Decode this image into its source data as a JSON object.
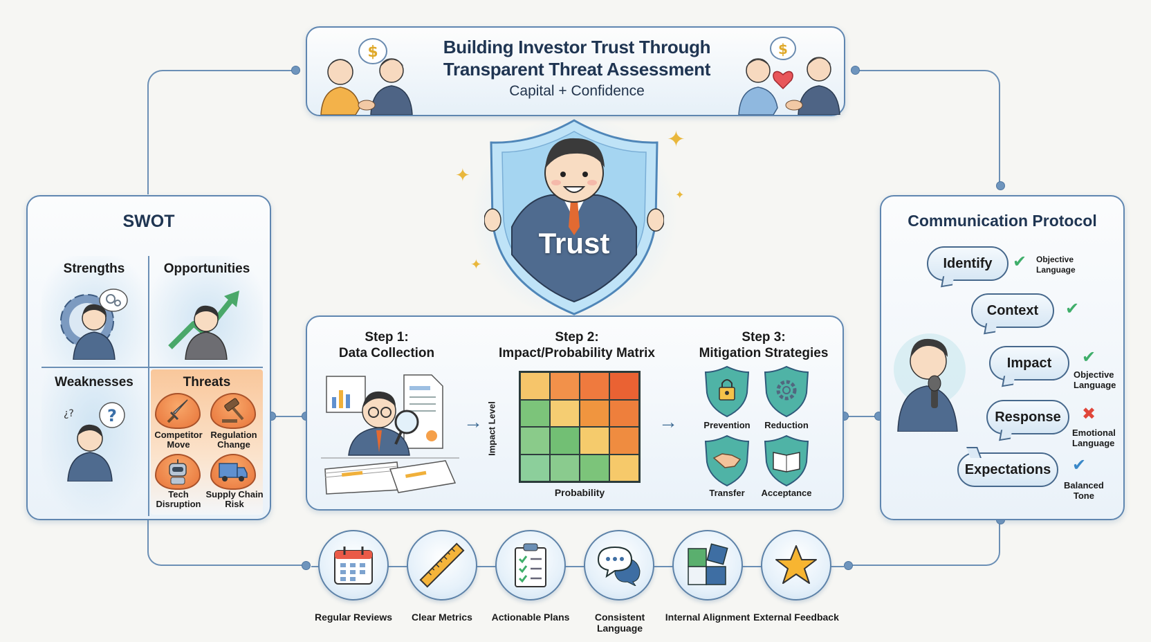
{
  "header": {
    "title_line1": "Building Investor Trust Through",
    "title_line2": "Transparent Threat Assessment",
    "subtitle": "Capital + Confidence",
    "icons": [
      "dollar-speech-icon",
      "handshake-icon",
      "heart-icon"
    ]
  },
  "center": {
    "badge_text": "Trust",
    "icon": "shield-icon"
  },
  "swot": {
    "title": "SWOT",
    "quadrants": [
      {
        "label": "Strengths",
        "icon": "gear-person-icon"
      },
      {
        "label": "Opportunities",
        "icon": "growth-arrow-icon"
      },
      {
        "label": "Weaknesses",
        "icon": "question-person-icon"
      },
      {
        "label": "Threats",
        "icon": "threat-icon"
      }
    ],
    "threats": [
      {
        "label_line1": "Competitor",
        "label_line2": "Move",
        "icon": "sword-icon"
      },
      {
        "label_line1": "Regulation",
        "label_line2": "Change",
        "icon": "gavel-icon"
      },
      {
        "label_line1": "Tech",
        "label_line2": "Disruption",
        "icon": "robot-icon"
      },
      {
        "label_line1": "Supply Chain",
        "label_line2": "Risk",
        "icon": "truck-icon"
      }
    ]
  },
  "process": {
    "steps": [
      {
        "line1": "Step 1:",
        "line2": "Data Collection"
      },
      {
        "line1": "Step 2:",
        "line2": "Impact/Probability Matrix"
      },
      {
        "line1": "Step 3:",
        "line2": "Mitigation Strategies"
      }
    ],
    "matrix": {
      "y_label": "Impact Level",
      "x_label": "Probability",
      "rows": [
        [
          "#f6c56a",
          "#f2914a",
          "#ef7a3e",
          "#ea6233"
        ],
        [
          "#7cc47a",
          "#f5cd72",
          "#f0953f",
          "#ee7f3c"
        ],
        [
          "#8acb8a",
          "#72bf74",
          "#f5cb6c",
          "#ef8c40"
        ],
        [
          "#8ccf9b",
          "#8acb8e",
          "#7cc47a",
          "#f6c96a"
        ]
      ]
    },
    "strategies": [
      {
        "label": "Prevention",
        "icon": "lock-shield-icon"
      },
      {
        "label": "Reduction",
        "icon": "gear-shield-icon"
      },
      {
        "label": "Transfer",
        "icon": "handshake-shield-icon"
      },
      {
        "label": "Acceptance",
        "icon": "book-shield-icon"
      }
    ]
  },
  "communication": {
    "title": "Communication Protocol",
    "items": [
      {
        "label": "Identify",
        "mark": "check",
        "note_line1": "Objective",
        "note_line2": "Language"
      },
      {
        "label": "Context",
        "mark": "check",
        "note_line1": "",
        "note_line2": ""
      },
      {
        "label": "Impact",
        "mark": "check",
        "note_line1": "Objective",
        "note_line2": "Language"
      },
      {
        "label": "Response",
        "mark": "cross",
        "note_line1": "Emotional",
        "note_line2": "Language"
      },
      {
        "label": "Expectations",
        "mark": "check",
        "note_line1": "Balanced",
        "note_line2": "Tone"
      }
    ],
    "marks": {
      "check": "✔",
      "cross": "✖"
    },
    "colors": {
      "check": "#3fae6a",
      "cross": "#e0463a"
    }
  },
  "principles": [
    {
      "label": "Regular Reviews",
      "icon": "calendar-icon"
    },
    {
      "label": "Clear Metrics",
      "icon": "ruler-icon"
    },
    {
      "label": "Actionable Plans",
      "icon": "clipboard-checklist-icon"
    },
    {
      "label": "Consistent Language",
      "icon": "speech-bubbles-icon"
    },
    {
      "label": "Internal Alignment",
      "icon": "puzzle-icon"
    },
    {
      "label": "External Feedback",
      "icon": "star-icon"
    }
  ]
}
